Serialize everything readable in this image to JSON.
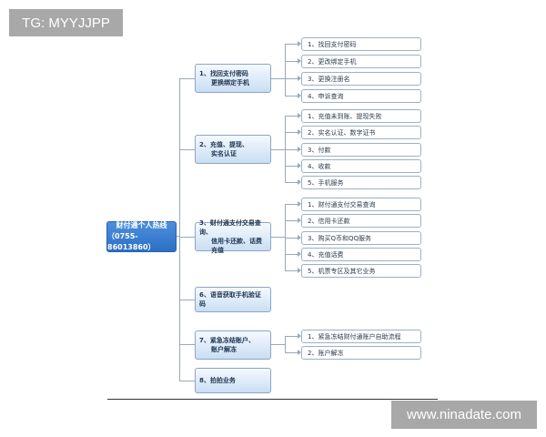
{
  "watermarks": {
    "top": "TG: MYYJJPP",
    "bottom": "www.ninadate.com"
  },
  "central": {
    "line1": "财付通个人热线",
    "line2": "（0755-86013860）"
  },
  "branches": [
    {
      "line1": "1、找回支付密码",
      "line2": "更换绑定手机",
      "children": [
        "1、找回支付密码",
        "2、更改绑定手机",
        "3、更换注册名",
        "4、申诉查询"
      ]
    },
    {
      "line1": "2、充值、提现、",
      "line2": "实名认证",
      "children": [
        "1、充值未到账、提现失败",
        "2、实名认证、数字证书",
        "3、付款",
        "4、收款",
        "5、手机服务"
      ]
    },
    {
      "line1": "3、财付通支付交易查询、",
      "line2": "信用卡还款、话费充值",
      "children": [
        "1、财付通支付交易查询",
        "2、信用卡还款",
        "3、购买Q币和QQ服务",
        "4、充值话费",
        "5、机票专区及其它业务"
      ]
    },
    {
      "line1": "6、语音获取手机验证码",
      "line2": "",
      "children": []
    },
    {
      "line1": "7、紧急冻结账户、",
      "line2": "账户解冻",
      "children": [
        "1、紧急冻结财付通账户自助流程",
        "2、账户解冻"
      ]
    },
    {
      "line1": "8、拍拍业务",
      "line2": "",
      "children": []
    }
  ],
  "colors": {
    "central_fill": "#3a7fd2",
    "node_fill_top": "#f5f9fe",
    "node_fill_bottom": "#c9def4",
    "connector": "#9aa9b8"
  }
}
